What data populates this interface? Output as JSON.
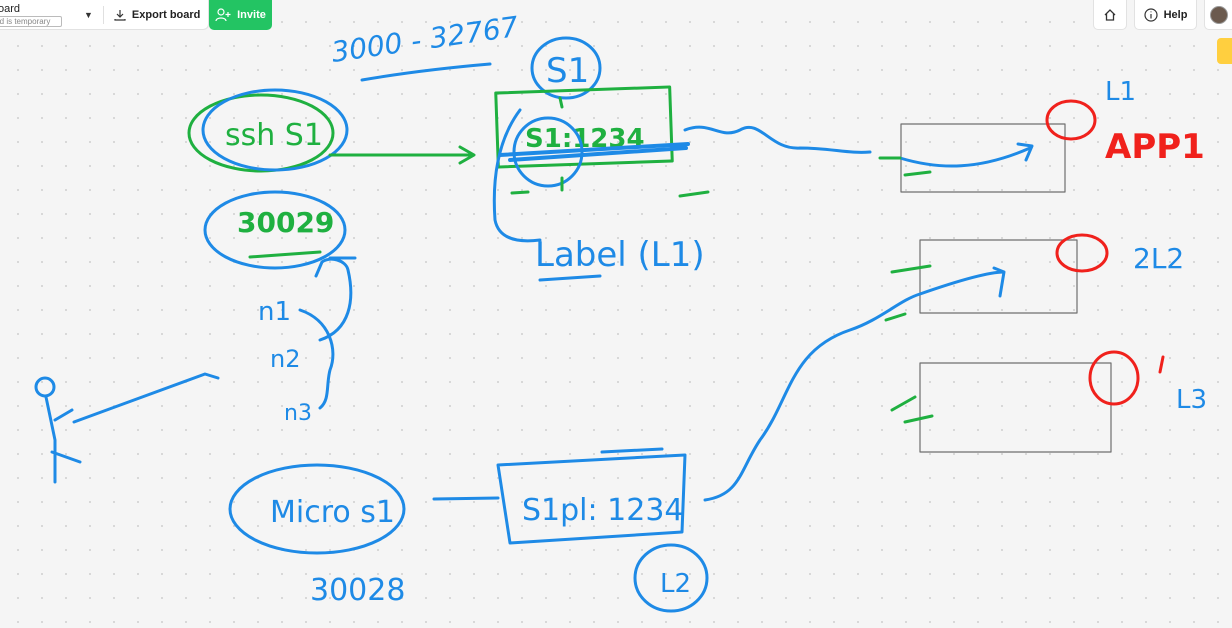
{
  "toolbar": {
    "board_title": "oard",
    "board_temp_badge": "rd is temporary",
    "export_label": "Export board",
    "invite_label": "Invite",
    "help_label": "Help"
  },
  "icons": {
    "chevron": "chevron-down-icon",
    "export": "download-icon",
    "invite": "add-user-icon",
    "home": "home-icon",
    "help": "info-icon"
  },
  "colors": {
    "blue_ink": "#1e8ae6",
    "green_ink": "#1fb040",
    "red_ink": "#f0211c",
    "invite_green": "#23c463",
    "sticky_yellow": "#ffcf3f"
  },
  "canvas_text": {
    "range": "3000 - 32767",
    "s1_bubble": "S1",
    "ssh_s1": "ssh S1",
    "node1": "S1:1234",
    "label": "Label (L1)",
    "port_30029": "30029",
    "n1": "n1",
    "n2": "n2",
    "n3": "n3",
    "micro_svc": "Micro s1",
    "node2": "S1pl: 1234",
    "l2_bubble": "L2",
    "port_30028": "30028",
    "l1": "L1",
    "app1": "APP1",
    "l2_label": "2L2",
    "l3_label": "L3"
  }
}
